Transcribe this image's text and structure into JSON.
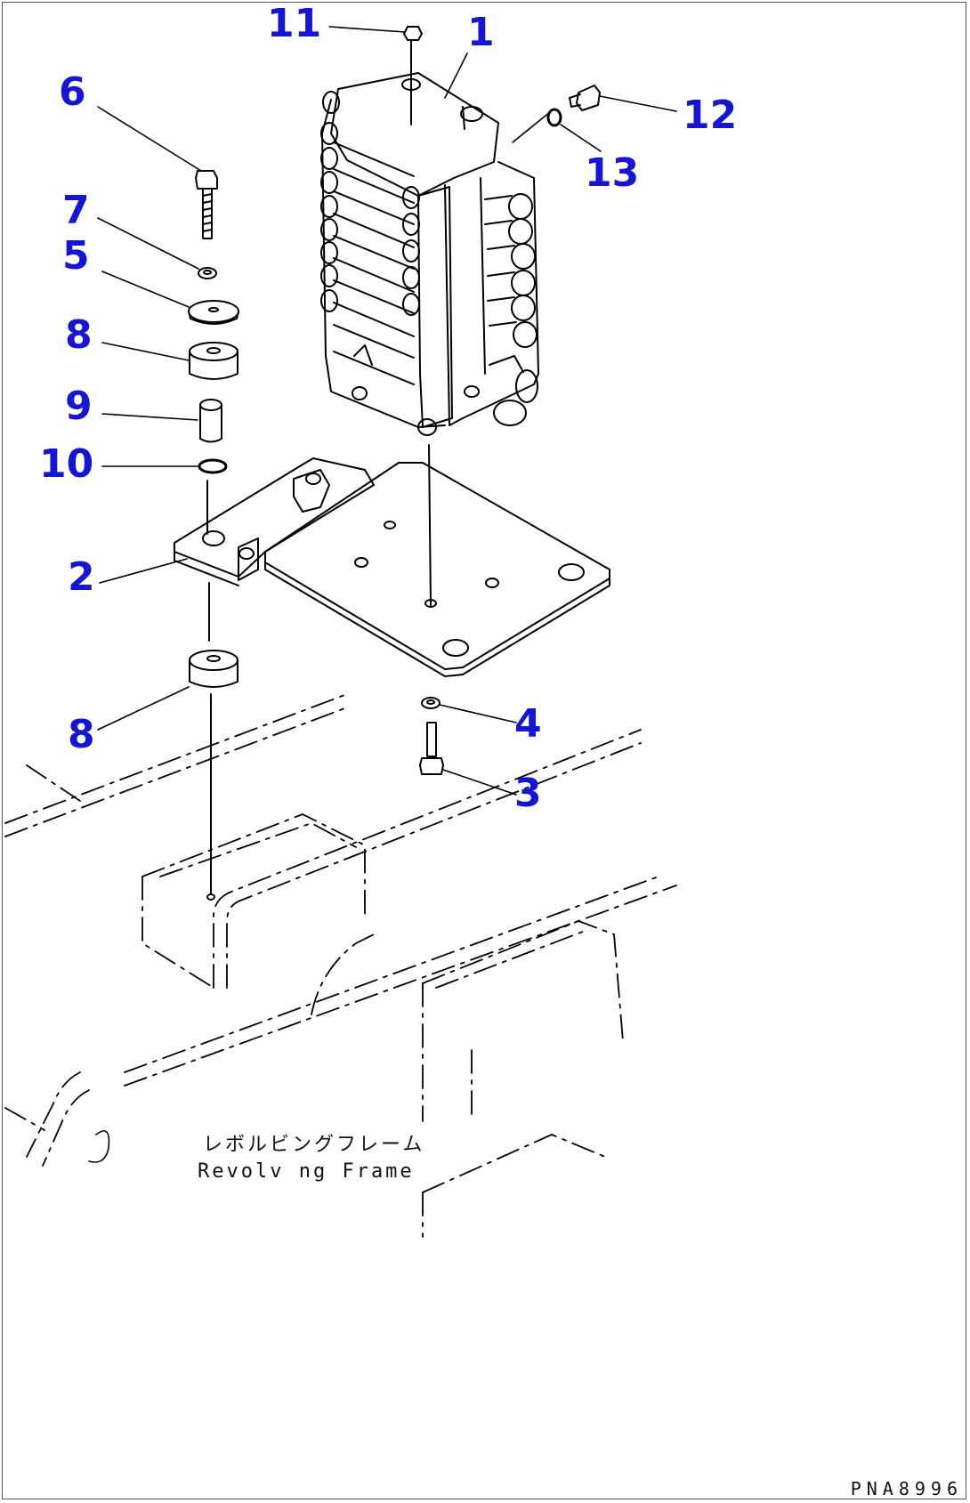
{
  "callouts": [
    {
      "id": "11",
      "label": "11"
    },
    {
      "id": "1",
      "label": "1"
    },
    {
      "id": "6",
      "label": "6"
    },
    {
      "id": "12",
      "label": "12"
    },
    {
      "id": "13",
      "label": "13"
    },
    {
      "id": "7",
      "label": "7"
    },
    {
      "id": "5",
      "label": "5"
    },
    {
      "id": "8a",
      "label": "8"
    },
    {
      "id": "9",
      "label": "9"
    },
    {
      "id": "10",
      "label": "10"
    },
    {
      "id": "2",
      "label": "2"
    },
    {
      "id": "4",
      "label": "4"
    },
    {
      "id": "8b",
      "label": "8"
    },
    {
      "id": "3",
      "label": "3"
    }
  ],
  "frame_label": {
    "japanese": "レボルビングフレーム",
    "english": "Revolv ng Frame"
  },
  "doc_code": "PNA8996",
  "colors": {
    "callout": "#1515d6",
    "line": "#000000",
    "background": "#ffffff"
  }
}
